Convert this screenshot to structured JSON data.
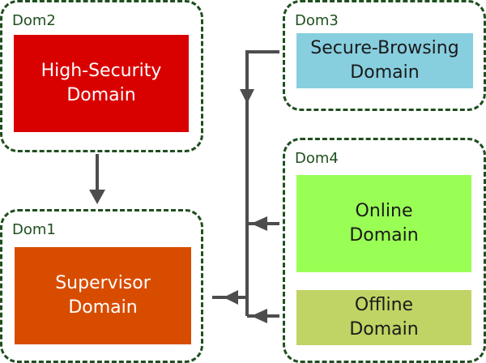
{
  "domains": {
    "dom2": {
      "label": "Dom2",
      "box_text": "High-Security\nDomain",
      "box_color": "#d90000",
      "text_color": "#ffffff"
    },
    "dom3": {
      "label": "Dom3",
      "box_text": "Secure-Browsing\nDomain",
      "box_color": "#87cedf",
      "text_color": "#1a1a1a"
    },
    "dom1": {
      "label": "Dom1",
      "box_text": "Supervisor\nDomain",
      "box_color": "#d84c00",
      "text_color": "#ffffff"
    },
    "dom4": {
      "label": "Dom4",
      "online_text": "Online\nDomain",
      "online_color": "#99ff55",
      "offline_text": "Offline\nDomain",
      "offline_color": "#bfd464",
      "text_color": "#1a1a1a"
    }
  },
  "colors": {
    "border": "#1f4f1f",
    "arrow": "#4d4d4d"
  }
}
